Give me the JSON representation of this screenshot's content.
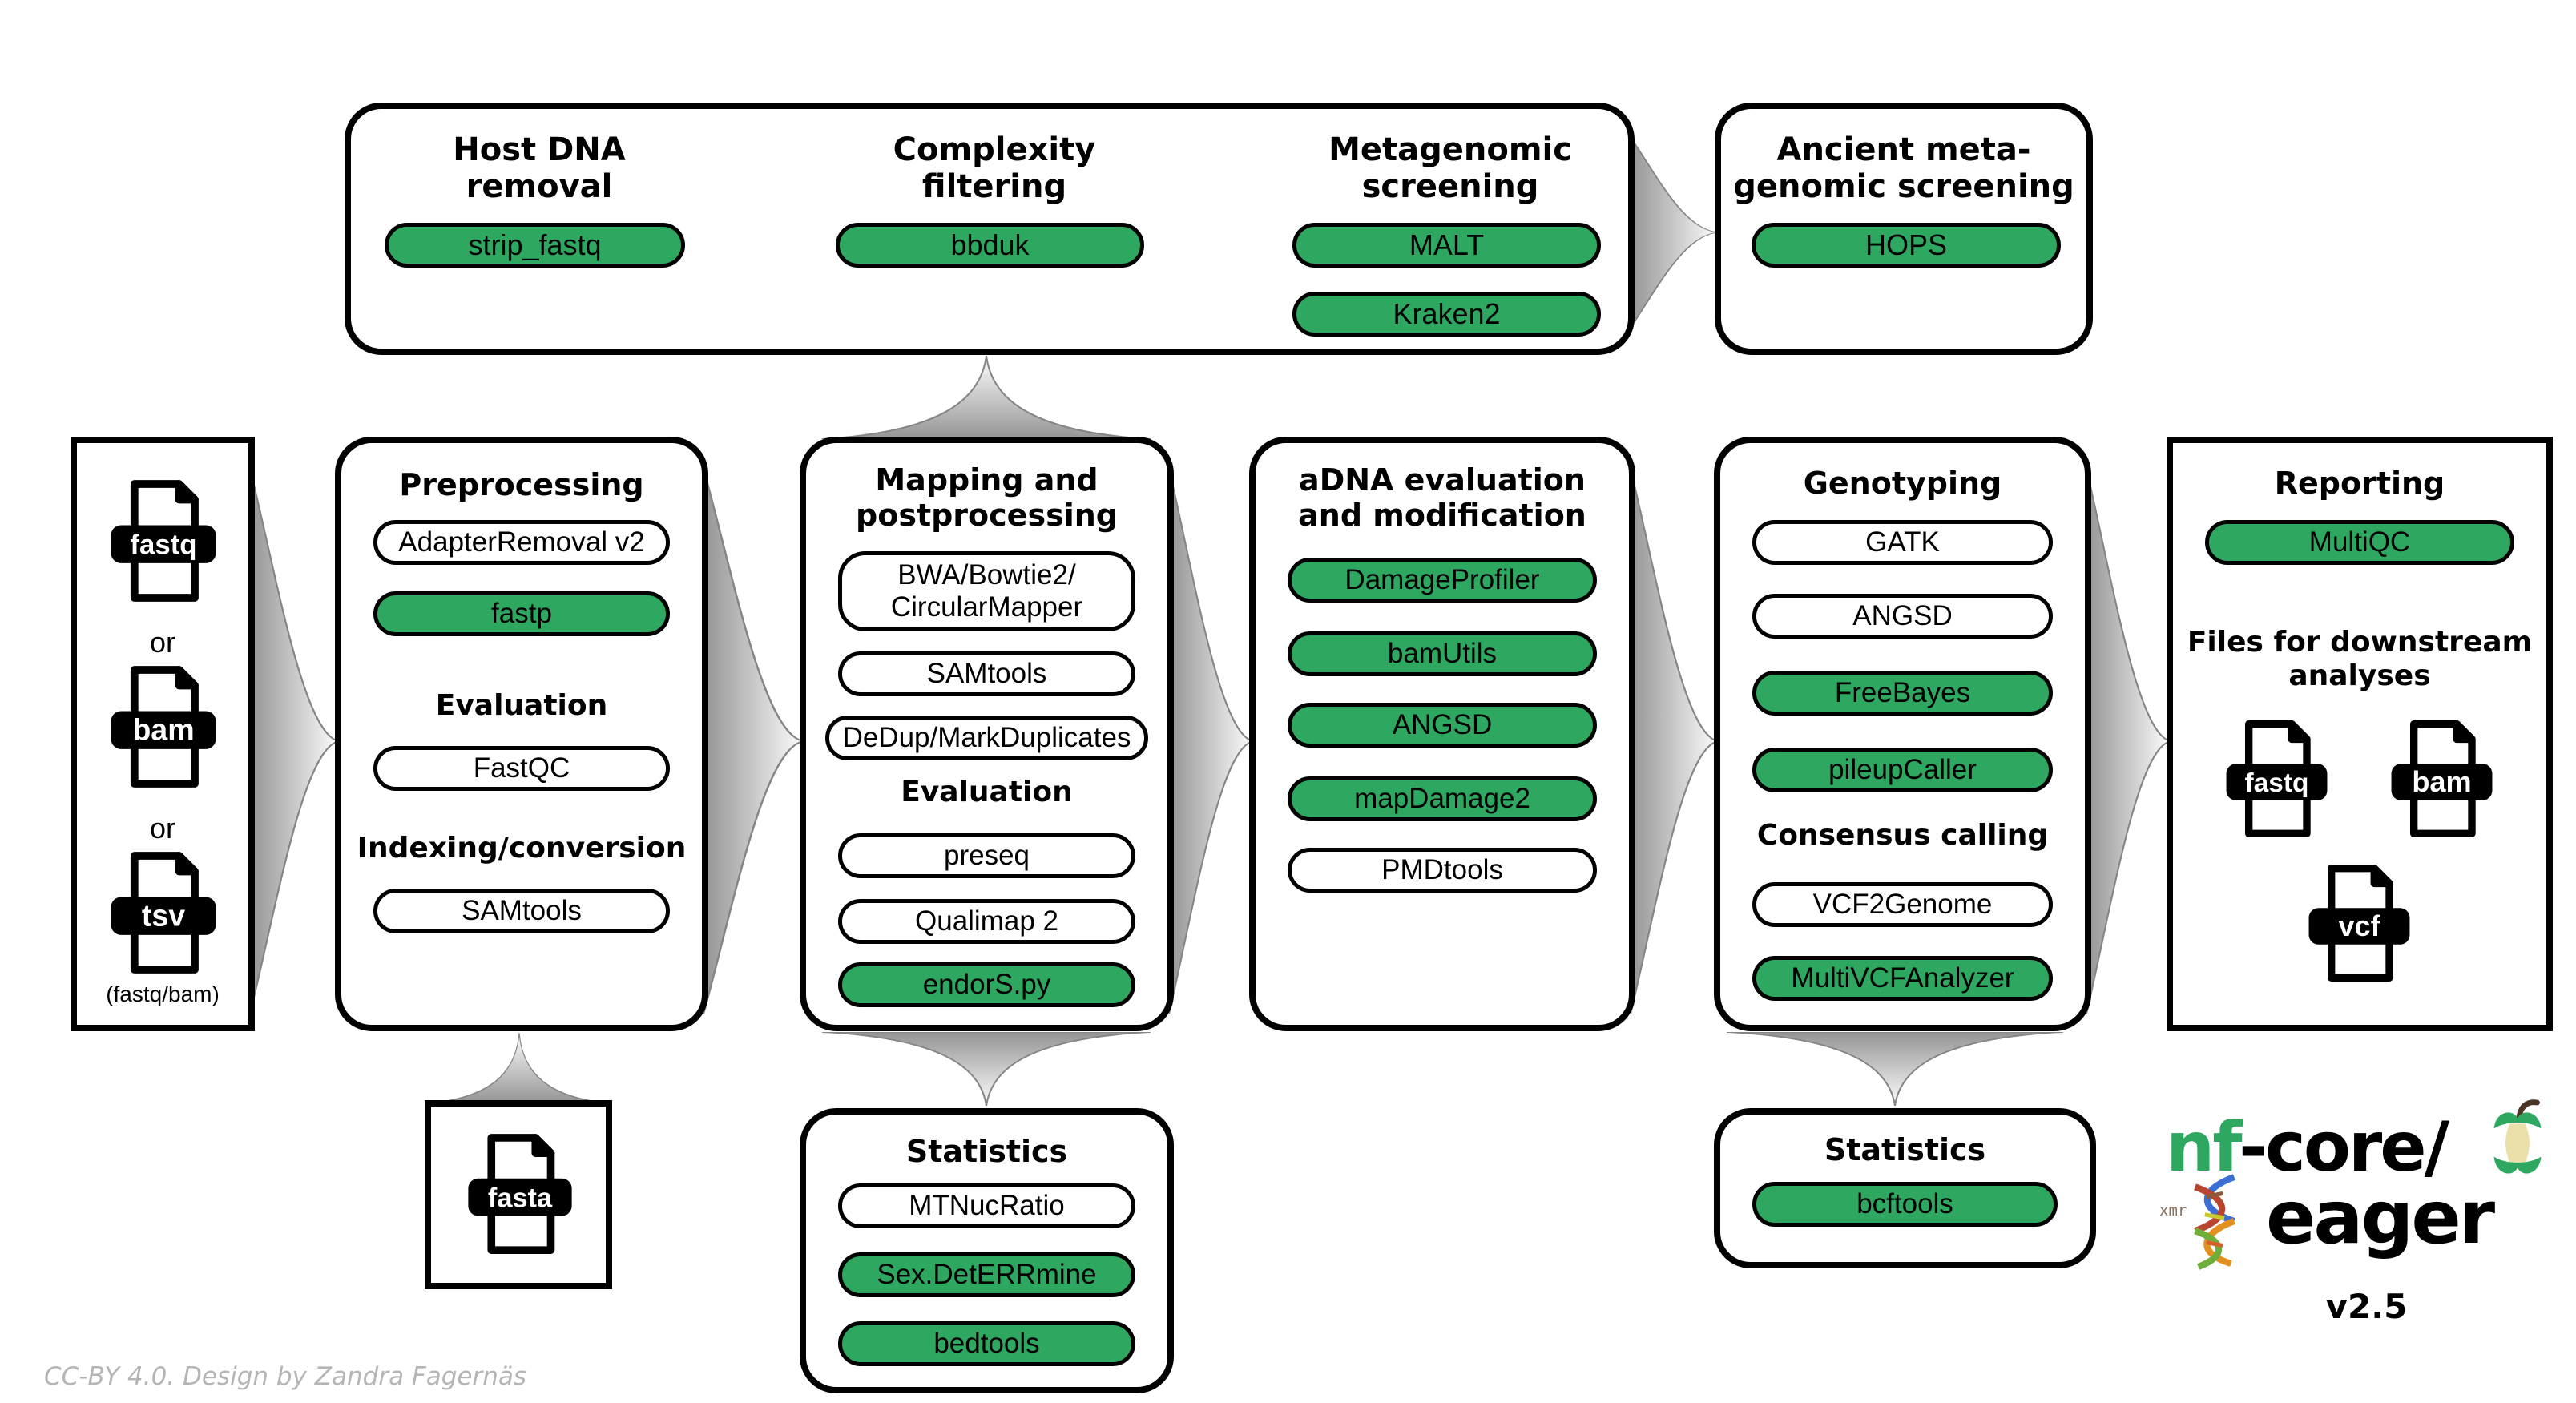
{
  "colors": {
    "accent_green": "#2EA860",
    "outline_black": "#000000",
    "arrow_gray": "#999999",
    "credit_gray": "#b5b5b5"
  },
  "credit": "CC-BY 4.0. Design by Zandra Fagernäs",
  "input_box": {
    "file_top": "fastq",
    "or_top": "or",
    "file_middle": "bam",
    "or_bottom": "or",
    "file_bottom": "tsv",
    "caption": "(fastq/bam)"
  },
  "top_box": {
    "host": {
      "title_line1": "Host DNA",
      "title_line2": "removal",
      "tool": "strip_fastq"
    },
    "complexity": {
      "title_line1": "Complexity",
      "title_line2": "filtering",
      "tool": "bbduk"
    },
    "metagenomic": {
      "title_line1": "Metagenomic",
      "title_line2": "screening",
      "tool1": "MALT",
      "tool2": "Kraken2"
    }
  },
  "ancient_box": {
    "title_line1": "Ancient meta-",
    "title_line2": "genomic screening",
    "tool": "HOPS"
  },
  "preprocessing_box": {
    "title": "Preprocessing",
    "adapterremoval": "AdapterRemoval v2",
    "fastp": "fastp",
    "evaluation_title": "Evaluation",
    "fastqc": "FastQC",
    "indexing_title": "Indexing/conversion",
    "samtools": "SAMtools"
  },
  "mapping_box": {
    "title_line1": "Mapping and",
    "title_line2": "postprocessing",
    "bwa_line1": "BWA/Bowtie2/",
    "bwa_line2": "CircularMapper",
    "samtools": "SAMtools",
    "dedup": "DeDup/MarkDuplicates",
    "evaluation_title": "Evaluation",
    "preseq": "preseq",
    "qualimap": "Qualimap 2",
    "endors": "endorS.py"
  },
  "adna_box": {
    "title_line1": "aDNA evaluation",
    "title_line2": "and modification",
    "damageprofiler": "DamageProfiler",
    "bamutils": "bamUtils",
    "angsd": "ANGSD",
    "mapdamage": "mapDamage2",
    "pmdtools": "PMDtools"
  },
  "genotyping_box": {
    "title": "Genotyping",
    "gatk": "GATK",
    "angsd": "ANGSD",
    "freebayes": "FreeBayes",
    "pileupcaller": "pileupCaller",
    "consensus_title": "Consensus calling",
    "vcf2genome": "VCF2Genome",
    "multivcfanalyzer": "MultiVCFAnalyzer"
  },
  "reporting_box": {
    "title": "Reporting",
    "multiqc": "MultiQC",
    "files_title_line1": "Files for downstream",
    "files_title_line2": "analyses",
    "file_fastq": "fastq",
    "file_bam": "bam",
    "file_vcf": "vcf"
  },
  "statistics_mapping_box": {
    "title": "Statistics",
    "mtnucratio": "MTNucRatio",
    "sexdeterrmine": "Sex.DetERRmine",
    "bedtools": "bedtools"
  },
  "statistics_genotyping_box": {
    "title": "Statistics",
    "bcftools": "bcftools"
  },
  "fasta_box": {
    "file": "fasta"
  },
  "logo": {
    "brand_prefix": "nf",
    "brand_suffix": "-core/",
    "name": "eager",
    "version": "v2.5",
    "runes": "xmr"
  }
}
